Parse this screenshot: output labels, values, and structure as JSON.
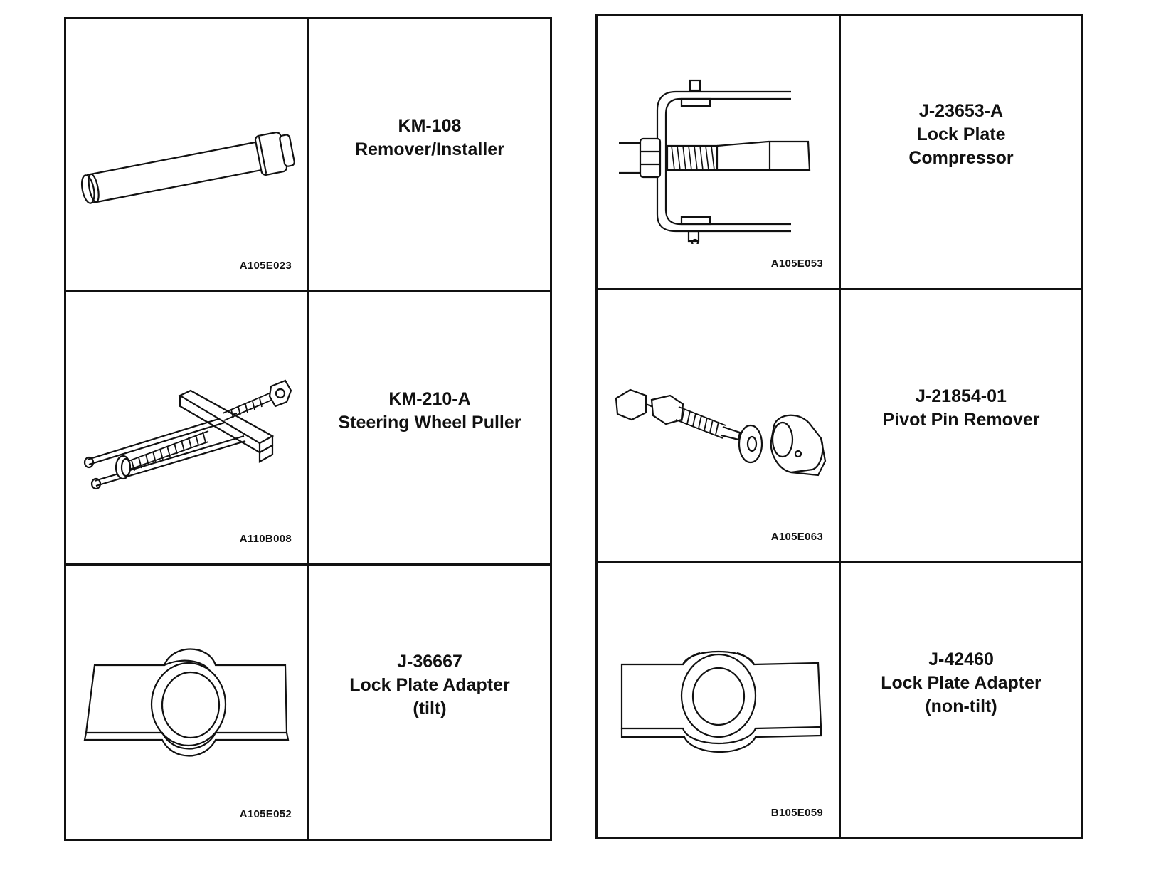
{
  "tools": {
    "left": [
      {
        "number": "KM-108",
        "name": "Remover/Installer",
        "note": "",
        "figure_code": "A105E023",
        "icon": "remover-installer-icon"
      },
      {
        "number": "KM-210-A",
        "name": "Steering Wheel Puller",
        "note": "",
        "figure_code": "A110B008",
        "icon": "steering-wheel-puller-icon"
      },
      {
        "number": "J-36667",
        "name": "Lock Plate Adapter",
        "note": "(tilt)",
        "figure_code": "A105E052",
        "icon": "lock-plate-adapter-icon"
      }
    ],
    "right": [
      {
        "number": "J-23653-A",
        "name": "Lock Plate",
        "note": "Compressor",
        "figure_code": "A105E053",
        "icon": "lock-plate-compressor-icon"
      },
      {
        "number": "J-21854-01",
        "name": "Pivot Pin Remover",
        "note": "",
        "figure_code": "A105E063",
        "icon": "pivot-pin-remover-icon"
      },
      {
        "number": "J-42460",
        "name": "Lock Plate Adapter",
        "note": "(non-tilt)",
        "figure_code": "B105E059",
        "icon": "lock-plate-adapter-icon"
      }
    ]
  }
}
